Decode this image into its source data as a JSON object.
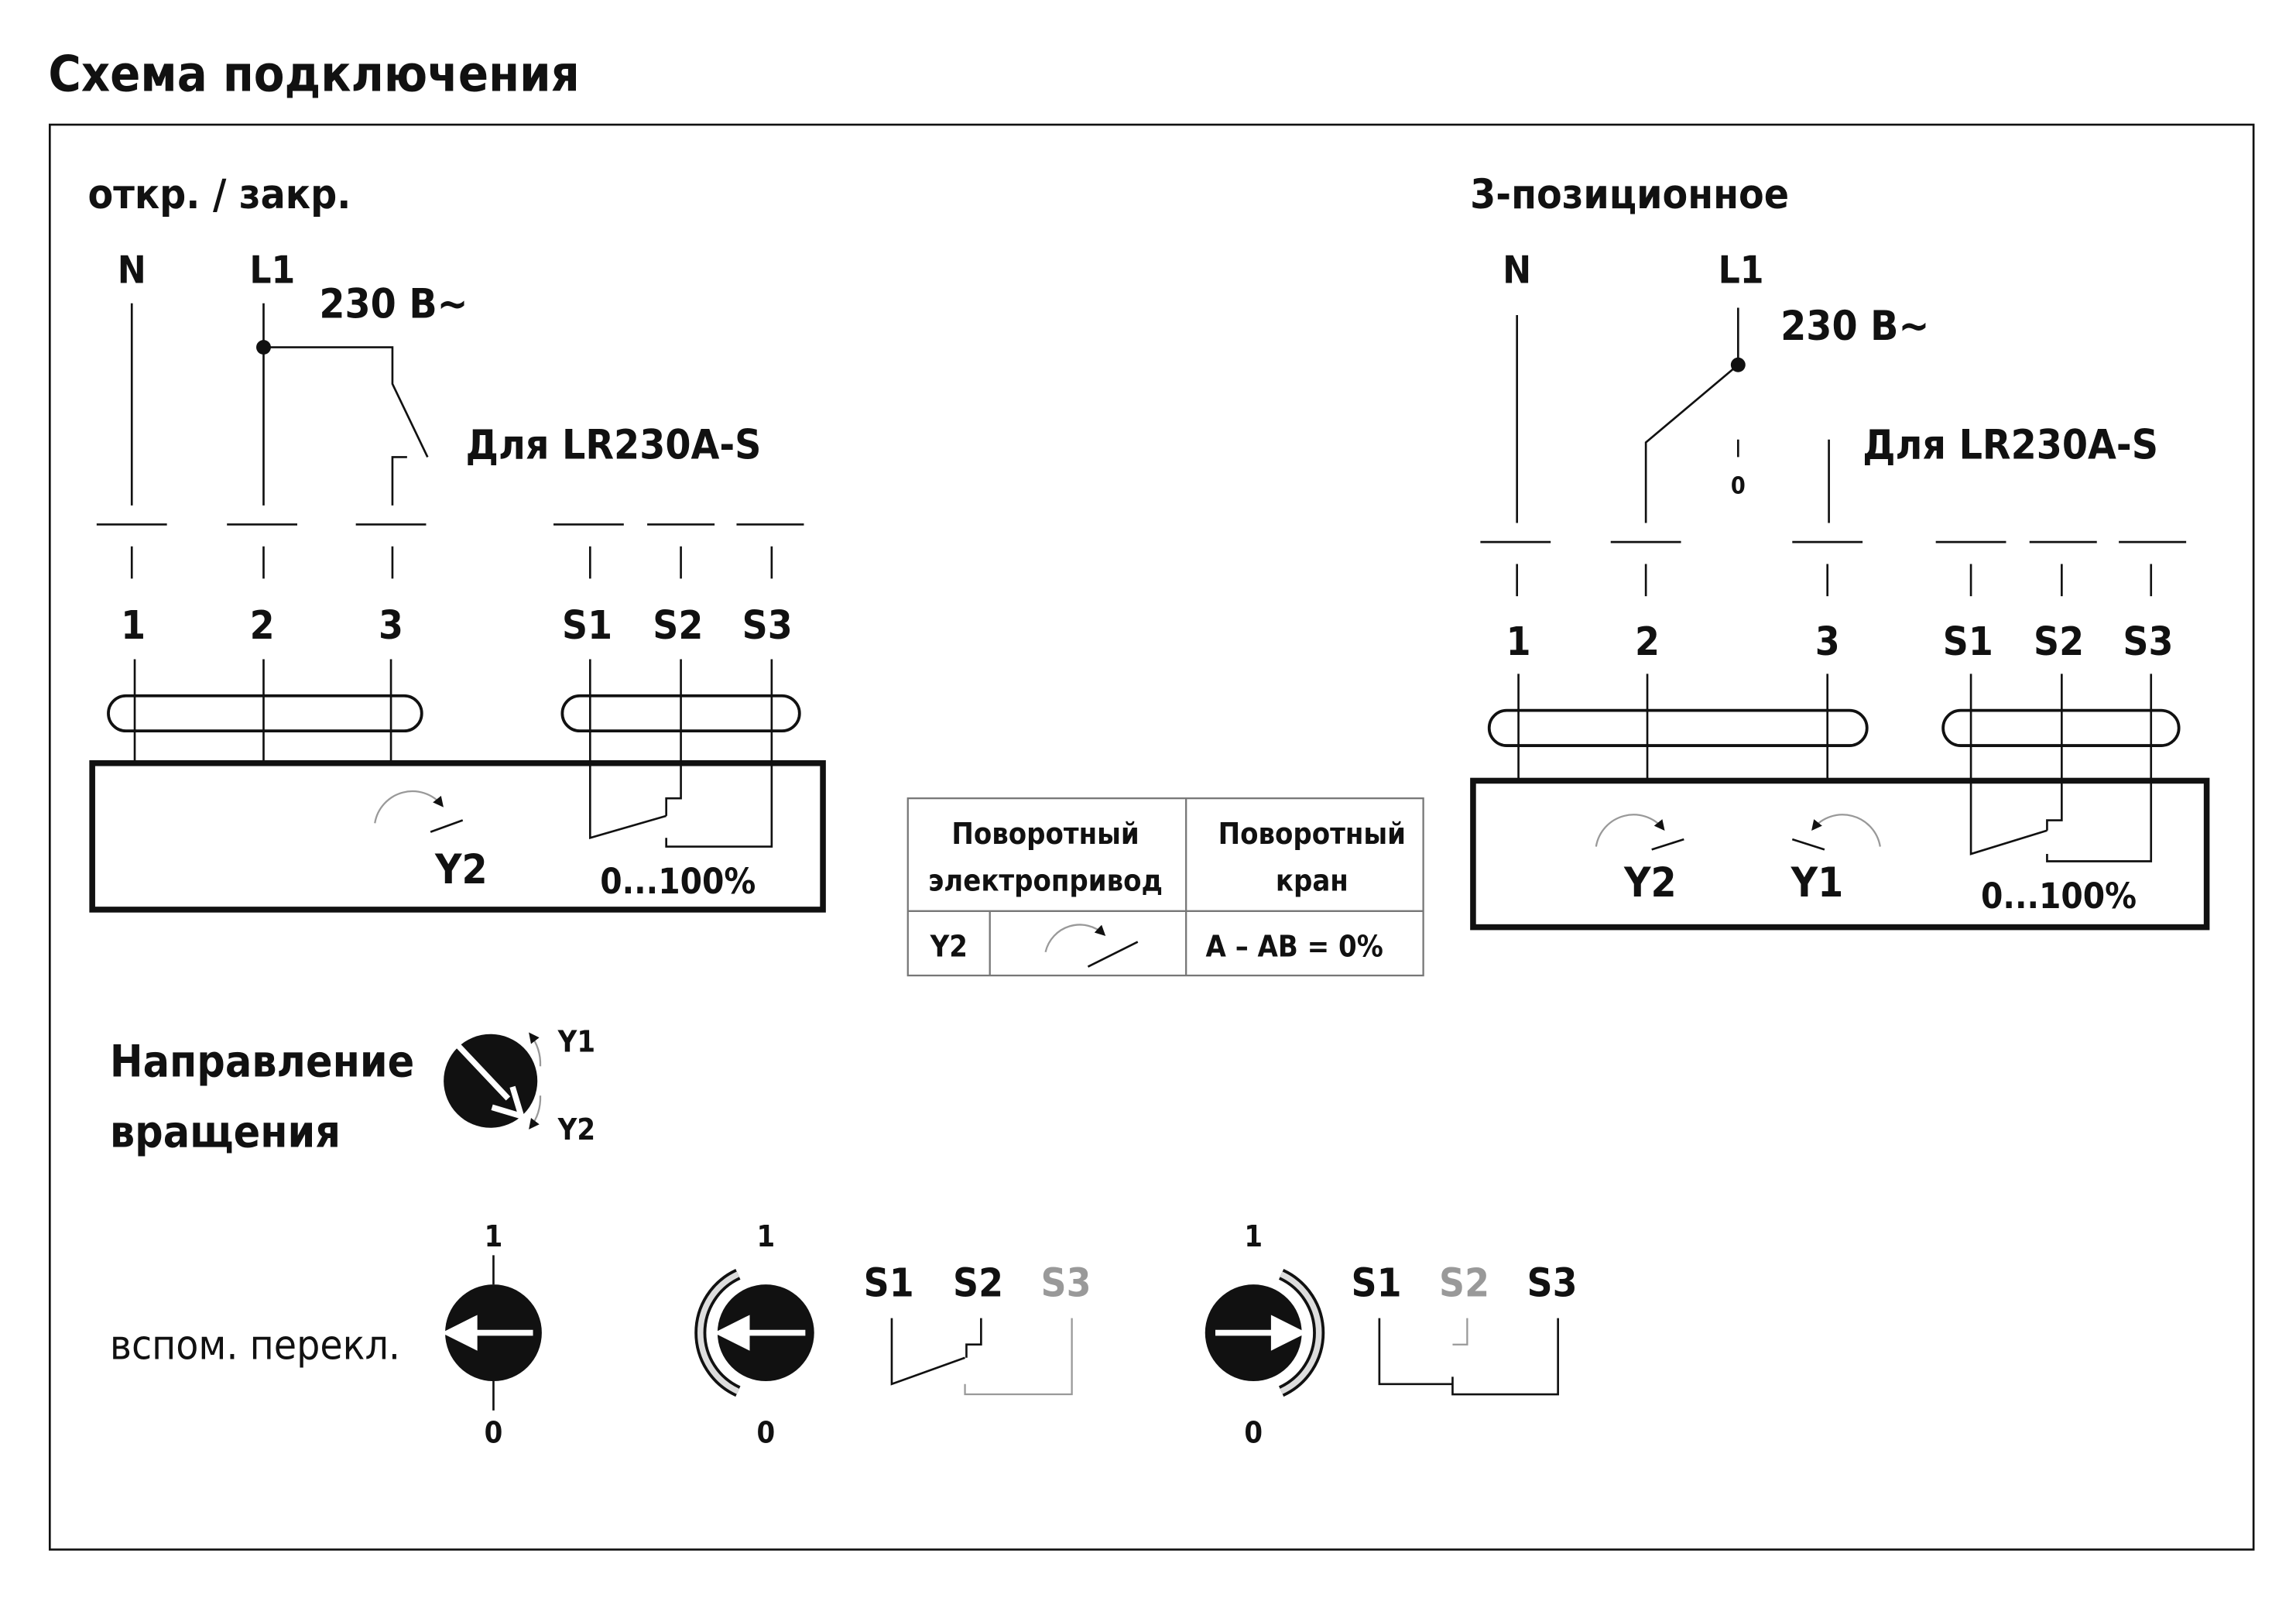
{
  "title": "Схема подключения",
  "left": {
    "heading": "откр. / закр.",
    "supply_n": "N",
    "supply_l1": "L1",
    "voltage": "230 В~",
    "note": "Для LR230A-S",
    "terminals": [
      "1",
      "2",
      "3",
      "S1",
      "S2",
      "S3"
    ],
    "direction": "Y2",
    "range": "0...100%"
  },
  "right": {
    "heading": "3-позиционное",
    "supply_n": "N",
    "supply_l1": "L1",
    "voltage": "230 В~",
    "switch_zero": "0",
    "note": "Для LR230A-S",
    "terminals": [
      "1",
      "2",
      "3",
      "S1",
      "S2",
      "S3"
    ],
    "direction_a": "Y2",
    "direction_b": "Y1",
    "range": "0...100%"
  },
  "table": {
    "col1_header": [
      "Поворотный",
      "электропривод"
    ],
    "col2_header": [
      "Поворотный",
      "кран"
    ],
    "row_direction": "Y2",
    "row_result": "A – AB = 0%"
  },
  "rotation": {
    "label": [
      "Направление",
      "вращения"
    ],
    "y1": "Y1",
    "y2": "Y2"
  },
  "aux_switch": {
    "label": "вспом. перекл.",
    "top": "1",
    "bottom": "0",
    "state1": {
      "terminals": [
        "S1",
        "S2",
        "S3"
      ],
      "inactive": "S3"
    },
    "state2": {
      "terminals": [
        "S1",
        "S2",
        "S3"
      ],
      "inactive": "S2"
    }
  }
}
